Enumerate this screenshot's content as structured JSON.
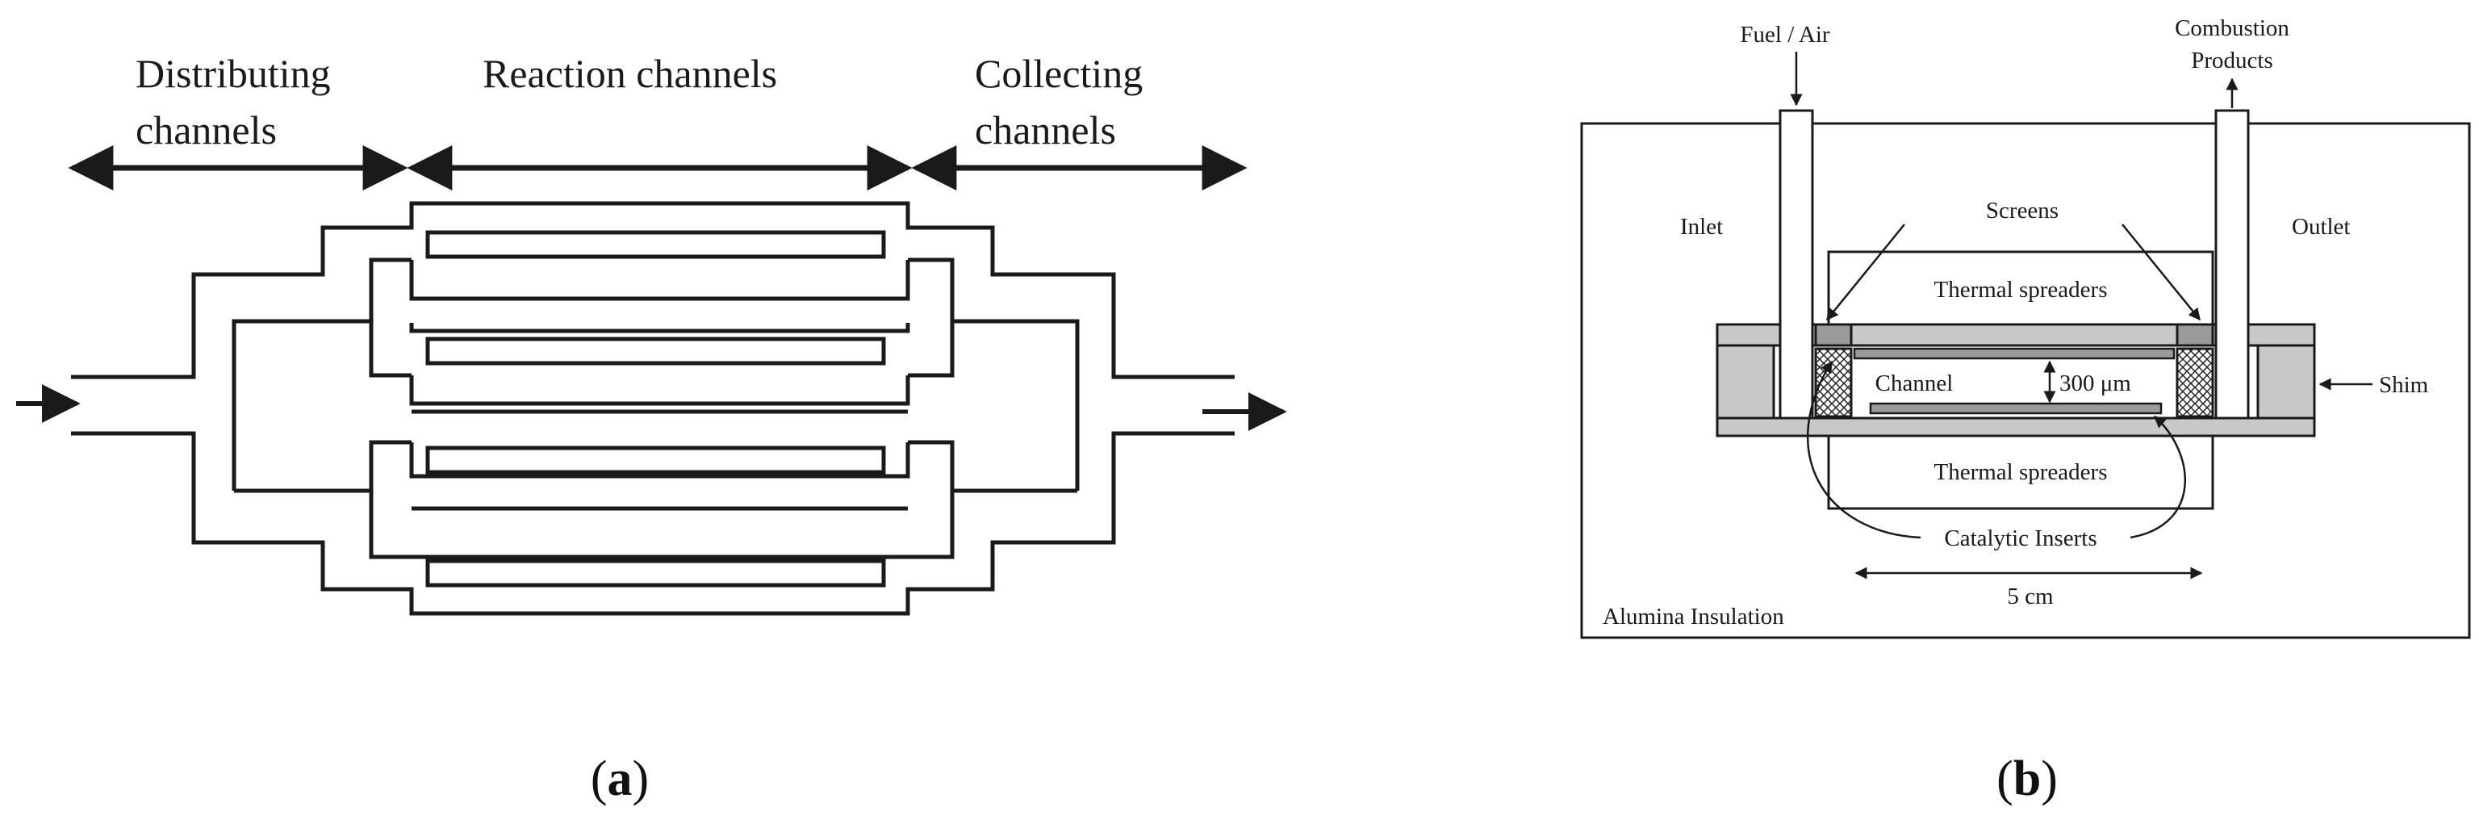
{
  "panel_a": {
    "headers": {
      "distributing_line1": "Distributing",
      "distributing_line2": "channels",
      "reaction": "Reaction channels",
      "collecting_line1": "Collecting",
      "collecting_line2": "channels"
    },
    "caption_letter": "a"
  },
  "panel_b": {
    "labels": {
      "fuel_air": "Fuel / Air",
      "combustion_line1": "Combustion",
      "combustion_line2": "Products",
      "inlet": "Inlet",
      "outlet": "Outlet",
      "screens": "Screens",
      "thermal_spreaders_top": "Thermal spreaders",
      "channel": "Channel",
      "gap": "300 μm",
      "shim": "Shim",
      "thermal_spreaders_bottom": "Thermal spreaders",
      "catalytic_inserts": "Catalytic Inserts",
      "length": "5 cm",
      "insulation": "Alumina Insulation"
    },
    "caption_letter": "b"
  },
  "colors": {
    "ink": "#1a1a1a",
    "gray_fill": "#c8c8c8",
    "light_gray": "#e0e0e0"
  }
}
